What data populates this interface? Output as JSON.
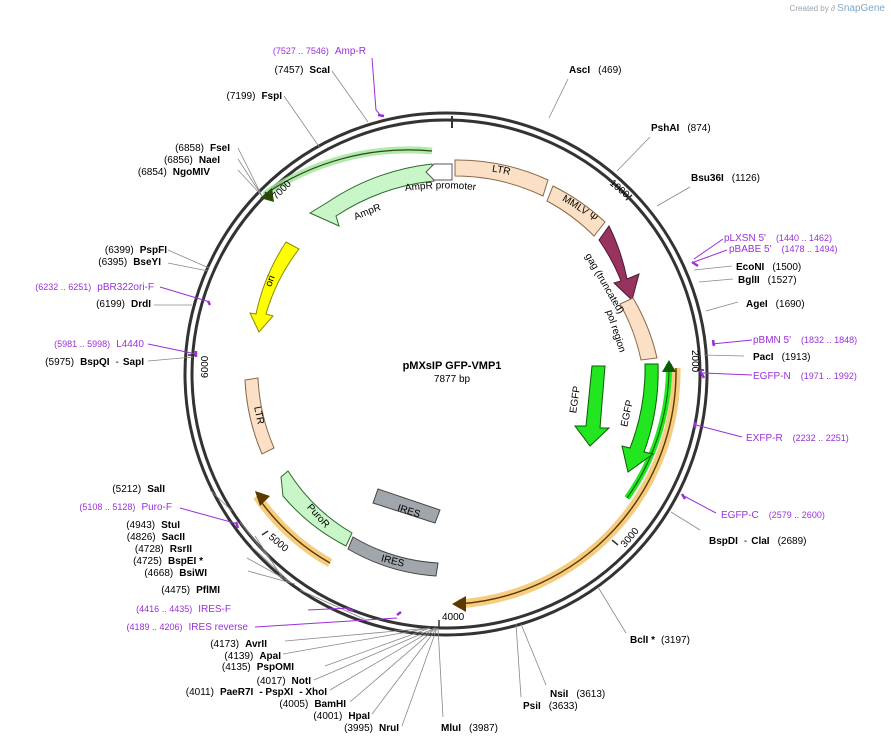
{
  "watermark": {
    "prefix": "Created by",
    "brand": "SnapGene",
    "icon": "snapgene-logo-icon"
  },
  "plasmid": {
    "name": "pMXsIP GFP-VMP1",
    "size_label": "7877 bp",
    "length": 7877
  },
  "ticks": [
    "1000",
    "2000",
    "3000",
    "4000",
    "5000",
    "6000",
    "7000"
  ],
  "colors": {
    "ltr": "#fbe0c6",
    "orf_green": "#22e61f",
    "light_green": "#c9f6c9",
    "ori": "#ffff00",
    "gag": "#983360",
    "ires": "#a1a6ad",
    "primer": "#9b30d9",
    "highlight": "#f5c36a",
    "backbone": "#333333"
  },
  "features": [
    {
      "label": "LTR"
    },
    {
      "label": "MMLV Ψ"
    },
    {
      "label": "gag (truncated)"
    },
    {
      "label": "pol region"
    },
    {
      "label": "EGFP"
    },
    {
      "label": "EGFP"
    },
    {
      "label": "IRES"
    },
    {
      "label": "IRES"
    },
    {
      "label": "PuroR"
    },
    {
      "label": "LTR"
    },
    {
      "label": "ori"
    },
    {
      "label": "AmpR"
    },
    {
      "label": "AmpR promoter"
    }
  ],
  "enzymes": [
    {
      "name": "AscI",
      "pos": "(469)"
    },
    {
      "name": "PshAI",
      "pos": "(874)"
    },
    {
      "name": "Bsu36I",
      "pos": "(1126)"
    },
    {
      "name": "EcoNI",
      "pos": "(1500)"
    },
    {
      "name": "BglII",
      "pos": "(1527)"
    },
    {
      "name": "AgeI",
      "pos": "(1690)"
    },
    {
      "name": "PacI",
      "pos": "(1913)"
    },
    {
      "name": "BspDI",
      "sep": "-",
      "name2": "ClaI",
      "pos": "(2689)"
    },
    {
      "name": "BclI *",
      "pos": "(3197)"
    },
    {
      "name": "NsiI",
      "pos": "(3613)"
    },
    {
      "name": "PsiI",
      "pos": "(3633)"
    },
    {
      "name": "MluI",
      "pos": "(3987)"
    },
    {
      "name": "NruI",
      "pos": "(3995)"
    },
    {
      "name": "HpaI",
      "pos": "(4001)"
    },
    {
      "name": "BamHI",
      "pos": "(4005)"
    },
    {
      "name": "PaeR7I",
      "sep": "- PspXI",
      "name2": "- XhoI",
      "pos": "(4011)"
    },
    {
      "name": "NotI",
      "pos": "(4017)"
    },
    {
      "name": "PspOMI",
      "pos": "(4135)"
    },
    {
      "name": "ApaI",
      "pos": "(4139)"
    },
    {
      "name": "AvrII",
      "pos": "(4173)"
    },
    {
      "name": "PflMI",
      "pos": "(4475)"
    },
    {
      "name": "BsiWI",
      "pos": "(4668)"
    },
    {
      "name": "BspEI *",
      "pos": "(4725)"
    },
    {
      "name": "RsrII",
      "pos": "(4728)"
    },
    {
      "name": "SacII",
      "pos": "(4826)"
    },
    {
      "name": "StuI",
      "pos": "(4943)"
    },
    {
      "name": "SalI",
      "pos": "(5212)"
    },
    {
      "name": "BspQI",
      "sep": "-",
      "name2": "SapI",
      "pos": "(5975)"
    },
    {
      "name": "DrdI",
      "pos": "(6199)"
    },
    {
      "name": "BseYI",
      "pos": "(6395)"
    },
    {
      "name": "PspFI",
      "pos": "(6399)"
    },
    {
      "name": "NgoMIV",
      "pos": "(6854)"
    },
    {
      "name": "NaeI",
      "pos": "(6856)"
    },
    {
      "name": "FseI",
      "pos": "(6858)"
    },
    {
      "name": "FspI",
      "pos": "(7199)"
    },
    {
      "name": "ScaI",
      "pos": "(7457)"
    }
  ],
  "primers": [
    {
      "name": "Amp-R",
      "range": "(7527 .. 7546)"
    },
    {
      "name": "pLXSN 5'",
      "range": "(1440 .. 1462)"
    },
    {
      "name": "pBABE 5'",
      "range": "(1478 .. 1494)"
    },
    {
      "name": "pBMN 5'",
      "range": "(1832 .. 1848)"
    },
    {
      "name": "EGFP-N",
      "range": "(1971 .. 1992)"
    },
    {
      "name": "EXFP-R",
      "range": "(2232 .. 2251)"
    },
    {
      "name": "EGFP-C",
      "range": "(2579 .. 2600)"
    },
    {
      "name": "IRES-F",
      "range": "(4416 .. 4435)"
    },
    {
      "name": "IRES reverse",
      "range": "(4189 .. 4206)"
    },
    {
      "name": "Puro-F",
      "range": "(5108 .. 5128)"
    },
    {
      "name": "L4440",
      "range": "(5981 .. 5998)"
    },
    {
      "name": "pBR322ori-F",
      "range": "(6232 .. 6251)"
    }
  ]
}
